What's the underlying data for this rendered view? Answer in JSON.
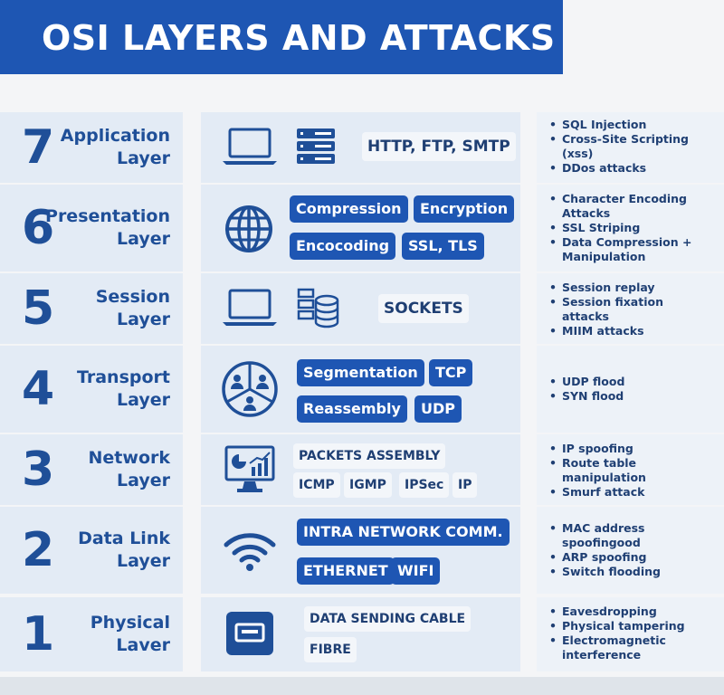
{
  "title": "OSI LAYERS AND ATTACKS",
  "layers": [
    {
      "number": "7",
      "name_line1": "Application",
      "name_line2": "Layer",
      "icons": [
        "laptop-icon",
        "server-stack-icon"
      ],
      "protocols": [
        "HTTP, FTP, SMTP"
      ],
      "attacks": [
        "SQL Injection",
        "Cross-Site Scripting",
        "(xss)",
        "DDos attacks"
      ]
    },
    {
      "number": "6",
      "name_line1": "Presentation",
      "name_line2": "Layer",
      "icons": [
        "globe-icon"
      ],
      "protocols": [
        "Compression",
        "Encryption",
        "Encocoding",
        "SSL, TLS"
      ],
      "attacks": [
        "Character Encoding",
        "Attacks",
        "SSL Striping",
        "Data Compression +",
        "Manipulation"
      ]
    },
    {
      "number": "5",
      "name_line1": "Session",
      "name_line2": "Layer",
      "icons": [
        "laptop-icon",
        "database-icon"
      ],
      "protocols": [
        "SOCKETS"
      ],
      "attacks": [
        "Session replay",
        "Session fixation",
        "attacks",
        "MIIM attacks"
      ]
    },
    {
      "number": "4",
      "name_line1": "Transport",
      "name_line2": "Layer",
      "icons": [
        "users-network-icon"
      ],
      "protocols": [
        "Segmentation",
        "TCP",
        "Reassembly",
        "UDP"
      ],
      "attacks": [
        "UDP flood",
        "SYN flood"
      ]
    },
    {
      "number": "3",
      "name_line1": "Network",
      "name_line2": "Layer",
      "icons": [
        "monitor-chart-icon"
      ],
      "protocols": [
        "PACKETS ASSEMBLY",
        "ICMP",
        "IGMP",
        "IPSec",
        "IP"
      ],
      "attacks": [
        "IP spoofing",
        "Route table",
        "manipulation",
        "Smurf attack"
      ]
    },
    {
      "number": "2",
      "name_line1": "Data Link",
      "name_line2": "Layer",
      "icons": [
        "wifi-icon"
      ],
      "protocols": [
        "INTRA NETWORK COMM.",
        "ETHERNET",
        "WIFI"
      ],
      "attacks": [
        "MAC address",
        "spoofingood",
        "ARP spoofing",
        "Switch flooding"
      ]
    },
    {
      "number": "1",
      "name_line1": "Physical",
      "name_line2": "Laver",
      "icons": [
        "port-icon"
      ],
      "protocols": [
        "DATA SENDING CABLE",
        "FIBRE"
      ],
      "attacks": [
        "Eavesdropping",
        "Physical tampering",
        "Electromagnetic",
        "interference"
      ]
    }
  ],
  "colors": {
    "title_bg": "#1e56b3",
    "pill_bg": "#1e56b3",
    "cell_bg": "#e3ebf5",
    "text": "#1f4f98"
  }
}
